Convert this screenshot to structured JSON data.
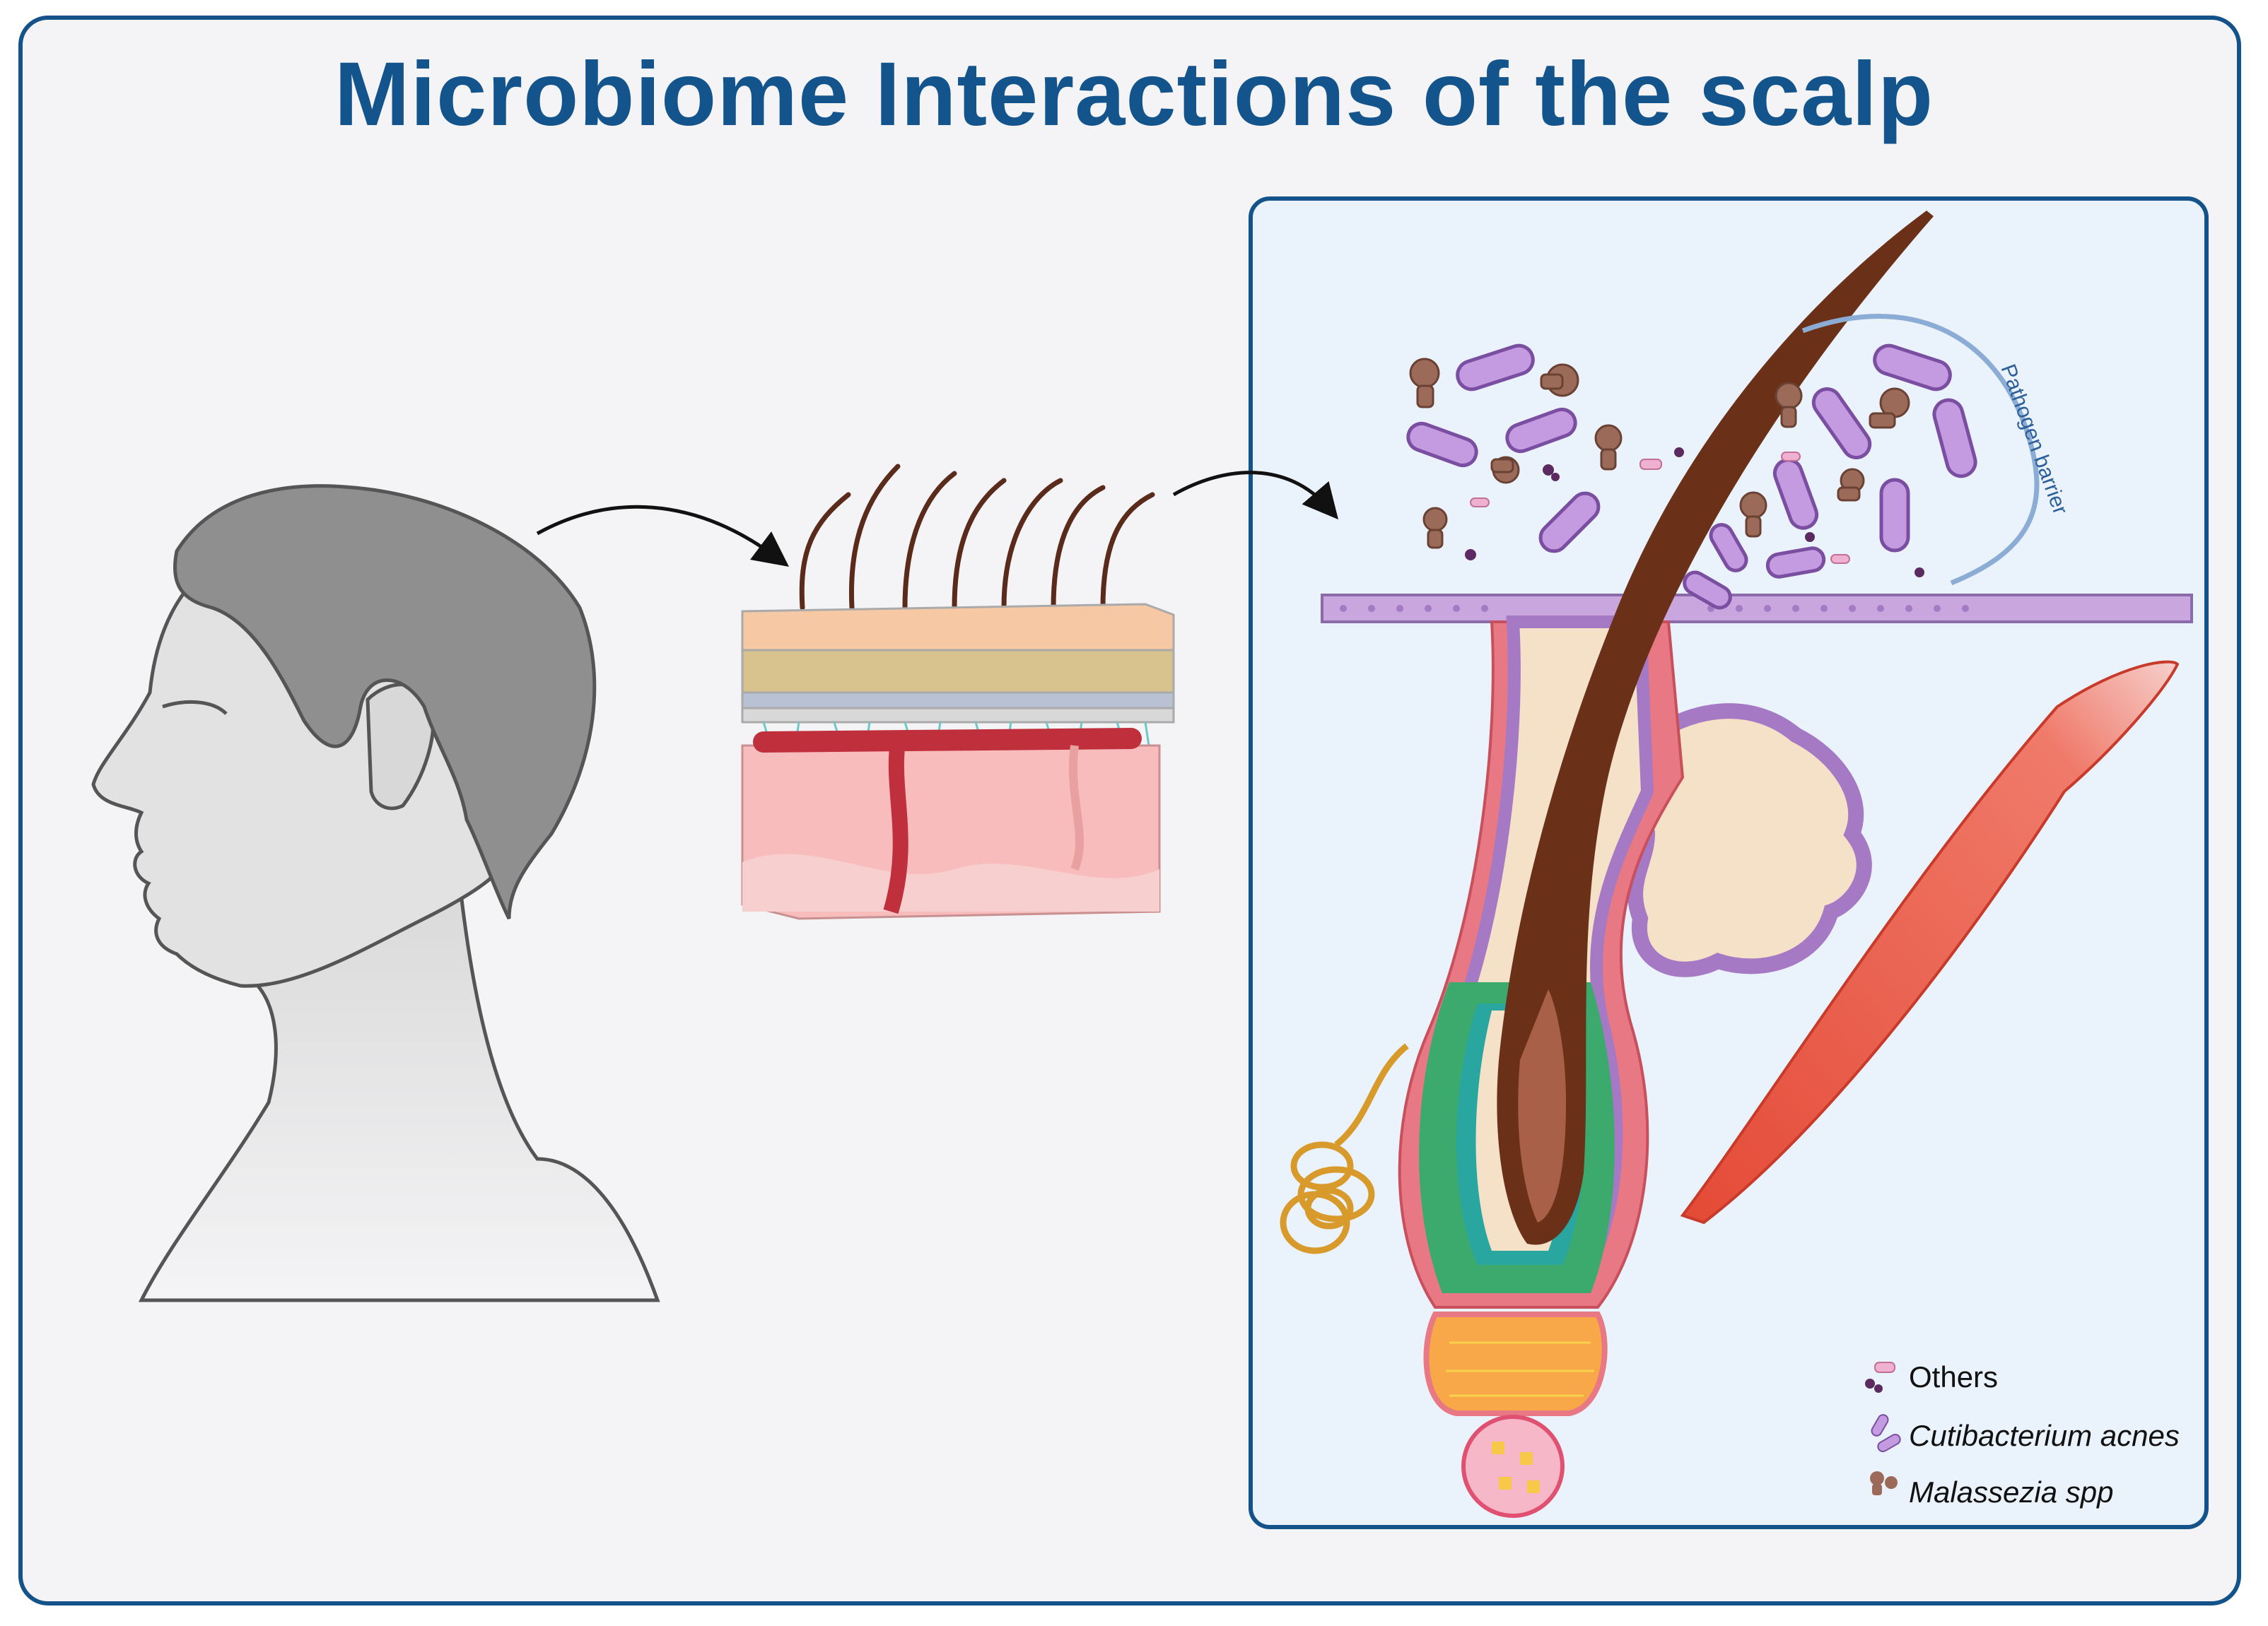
{
  "title": "Microbiome Interactions of the scalp",
  "annotation": "Pathogen barrier",
  "legend": [
    {
      "label": "Others",
      "icon": "others-microbe-icon"
    },
    {
      "label": "Cutibacterium acnes",
      "icon": "cutibacterium-icon"
    },
    {
      "label": "Malassezia spp",
      "icon": "malassezia-icon"
    }
  ],
  "colors": {
    "title": "#14548c",
    "frame_border": "#14528a",
    "head": "#8f8f8f",
    "hair_shaft": "#6b3118",
    "cutibacterium": "#a579c4",
    "malassezia": "#8d6354",
    "others": "#e8a0c8",
    "muscle": "#e8503c",
    "follicle_outer": "#e87884",
    "teal_layer": "#2aa6a0",
    "green_layer": "#3caa6c"
  }
}
